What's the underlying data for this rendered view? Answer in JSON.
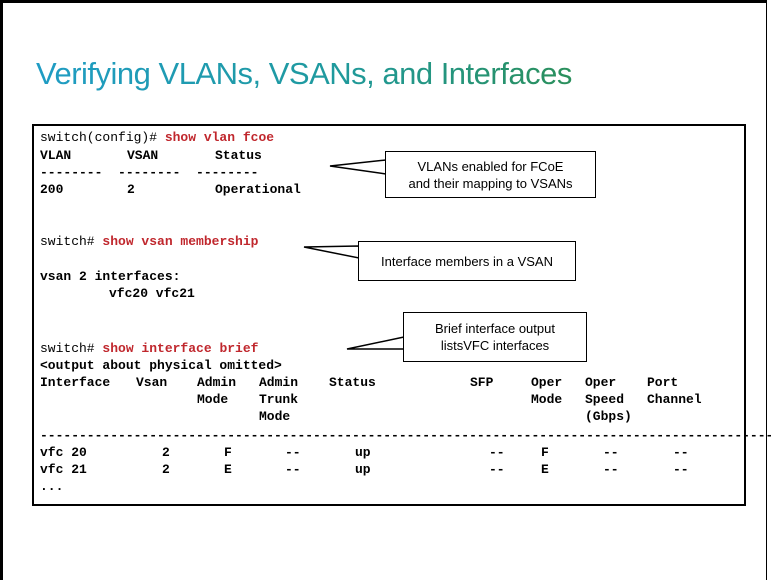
{
  "title": "Verifying VLANs, VSANs, and Interfaces",
  "block1": {
    "prompt": "switch(config)# ",
    "command": "show vlan fcoe",
    "headers": [
      "VLAN",
      "VSAN",
      "Status"
    ],
    "dashes": "--------  --------  --------",
    "row": {
      "vlan": "200",
      "vsan": "2",
      "status": "Operational"
    }
  },
  "block2": {
    "prompt": "switch# ",
    "command": "show vsan membership",
    "line1": "vsan 2 interfaces:",
    "line2": "vfc20 vfc21"
  },
  "block3": {
    "prompt": "switch# ",
    "command": "show interface brief",
    "note": "<output about physical omitted>",
    "headers": {
      "interface": "Interface",
      "vsan": "Vsan",
      "admin_mode": [
        "Admin",
        "Mode"
      ],
      "admin_trunk_mode": [
        "Admin",
        "Trunk",
        "Mode"
      ],
      "status": "Status",
      "sfp": "SFP",
      "oper_mode": [
        "Oper",
        "Mode"
      ],
      "oper_speed": [
        "Oper",
        "Speed",
        "(Gbps)"
      ],
      "port_channel": [
        "Port",
        "Channel"
      ]
    },
    "separator": "----------------------------------------------------------------------------------------------",
    "rows": [
      {
        "interface": "vfc 20",
        "vsan": "2",
        "admin_mode": "F",
        "trunk": "--",
        "status": "up",
        "sfp": "--",
        "oper_mode": "F",
        "speed": "--",
        "port_channel": "--"
      },
      {
        "interface": "vfc 21",
        "vsan": "2",
        "admin_mode": "E",
        "trunk": "--",
        "status": "up",
        "sfp": "--",
        "oper_mode": "E",
        "speed": "--",
        "port_channel": "--"
      }
    ],
    "ellipsis": "..."
  },
  "callouts": {
    "vlans": [
      "VLANs enabled for FCoE",
      "and their mapping to VSANs"
    ],
    "members": "Interface members in a VSAN",
    "brief": [
      "Brief interface output",
      "listsVFC interfaces"
    ]
  }
}
